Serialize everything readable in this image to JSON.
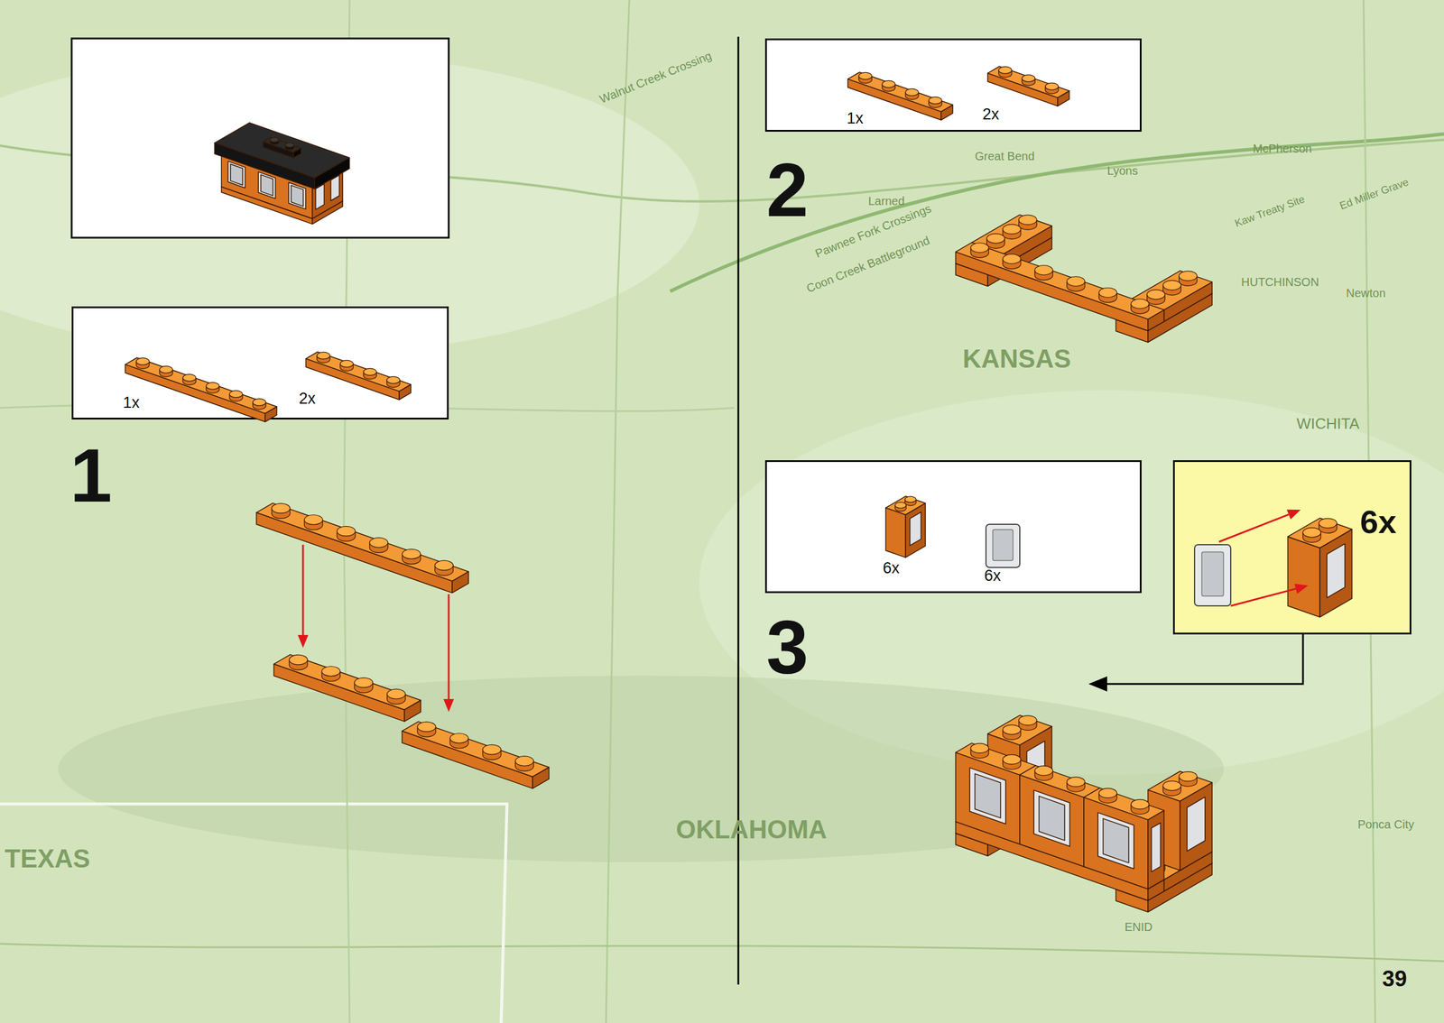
{
  "diagram": {
    "nodes": [
      {
        "text": [
          "1x",
          "2x"
        ]
      },
      {
        "text": [
          "1x",
          "2x"
        ]
      },
      {
        "text": [
          "6x",
          "6x"
        ]
      },
      {
        "text": [
          "6x"
        ]
      }
    ],
    "labels": [
      "1",
      "2",
      "3",
      "39",
      "KANSAS",
      "OKLAHOMA",
      "TEXAS",
      "WICHITA",
      "HUTCHINSON",
      "McPherson",
      "Lyons",
      "Great Bend",
      "Larned",
      "Newton",
      "ENID",
      "Ponca City",
      "Walnut Creek Crossing",
      "Pawnee Fork Crossings",
      "Coon Creek Battleground",
      "Ed Miller Grave",
      "Kaw Treaty Site"
    ]
  }
}
